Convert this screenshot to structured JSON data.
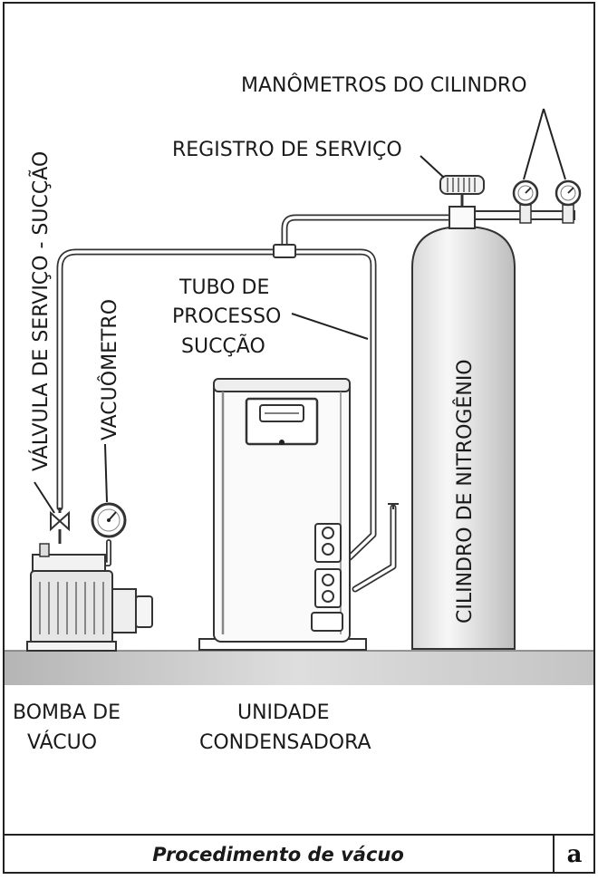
{
  "labels": {
    "manometros": "MANÔMETROS DO CILINDRO",
    "registro": "REGISTRO DE SERVIÇO",
    "valvula": "VÁLVULA DE SERVIÇO - SUCÇÃO",
    "vacuometro": "VACUÔMETRO",
    "tubo_line1": "TUBO DE",
    "tubo_line2": "PROCESSO",
    "tubo_line3": "SUCÇÃO",
    "cilindro": "CILINDRO DE NITROGÊNIO",
    "bomba_line1": "BOMBA DE",
    "bomba_line2": "VÁCUO",
    "unidade_line1": "UNIDADE",
    "unidade_line2": "CONDENSADORA"
  },
  "footer": {
    "title": "Procedimento de vácuo",
    "letter": "a"
  }
}
